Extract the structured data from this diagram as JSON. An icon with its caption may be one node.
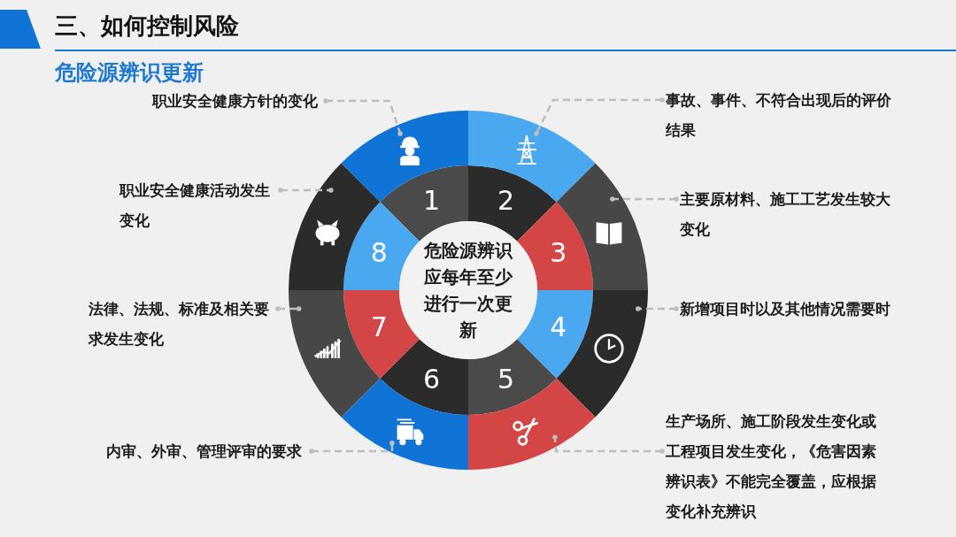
{
  "diagram": {
    "title": "三、如何控制风险",
    "nodes": [
      {
        "text": [
          "危险源辨识应每年至少进行一次更新"
        ]
      },
      {
        "text": [
          "1"
        ]
      },
      {
        "text": [
          "2"
        ]
      },
      {
        "text": [
          "3"
        ]
      },
      {
        "text": [
          "4"
        ]
      },
      {
        "text": [
          "5"
        ]
      },
      {
        "text": [
          "6"
        ]
      },
      {
        "text": [
          "7"
        ]
      },
      {
        "text": [
          "8"
        ]
      },
      {
        "text": [],
        "shape": "sector"
      },
      {
        "text": [],
        "shape": "sector"
      },
      {
        "text": [],
        "shape": "sector"
      },
      {
        "text": [],
        "shape": "sector"
      },
      {
        "text": [],
        "shape": "sector"
      },
      {
        "text": [],
        "shape": "sector"
      },
      {
        "text": [],
        "shape": "sector"
      },
      {
        "text": [],
        "shape": "sector"
      },
      {
        "text": [
          "职业安全健康方针的变化"
        ]
      },
      {
        "text": [
          "事故、事件、不符合出现后的评价结果"
        ]
      },
      {
        "text": [
          "主要原材料、施工工艺发生较大变化"
        ]
      },
      {
        "text": [
          "新增项目时以及其他情况需要时"
        ]
      },
      {
        "text": [
          "生产场所、施工阶段发生变化或工程项目发生变化，《危害因素辨识表》不能完全覆盖，应根据变化补充辨识"
        ]
      },
      {
        "text": [
          "内审、外审、管理评审的要求"
        ]
      },
      {
        "text": [
          "法律、法规、标准及相关要求发生变化"
        ]
      },
      {
        "text": [
          "职业安全健康活动发生变化"
        ]
      }
    ],
    "edges": [
      {
        "from": 17,
        "to": 9,
        "arrow": "other",
        "style": "dashed"
      },
      {
        "from": 18,
        "to": 10,
        "arrow": "other",
        "style": "dashed"
      },
      {
        "from": 19,
        "to": 11,
        "arrow": "other",
        "style": "dashed"
      },
      {
        "from": 20,
        "to": 12,
        "arrow": "other",
        "style": "dashed"
      },
      {
        "from": 21,
        "to": 13,
        "arrow": "other",
        "style": "dashed"
      },
      {
        "from": 22,
        "to": 14,
        "arrow": "other",
        "style": "dashed"
      },
      {
        "from": 23,
        "to": 15,
        "arrow": "other",
        "style": "dashed"
      },
      {
        "from": 24,
        "to": 16,
        "arrow": "other",
        "style": "dashed"
      }
    ],
    "labels": [
      "危险源辨识更新"
    ]
  }
}
